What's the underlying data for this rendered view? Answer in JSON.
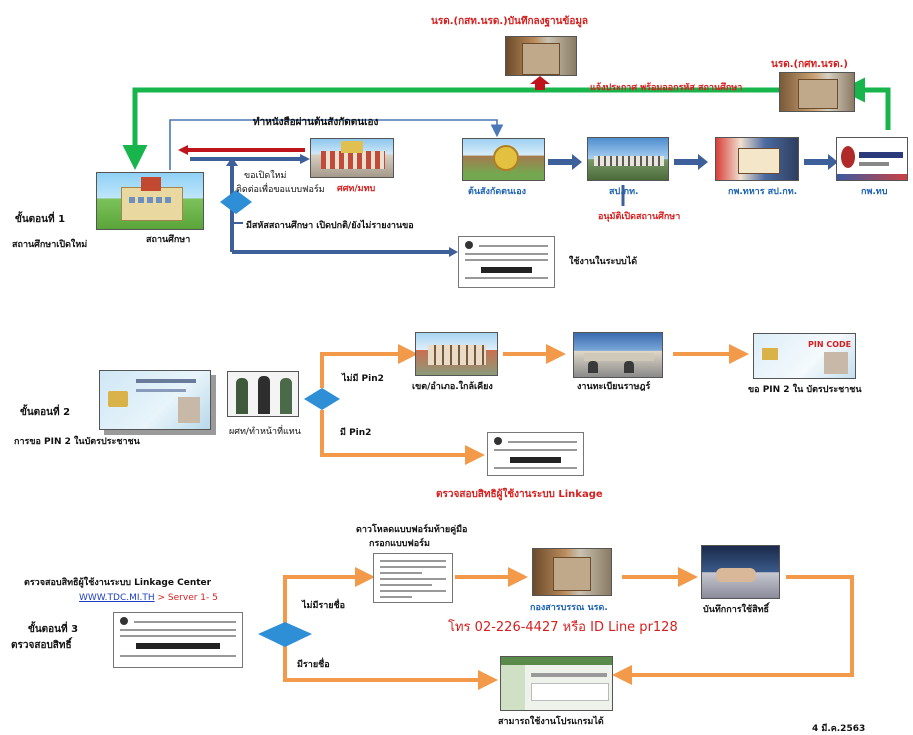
{
  "colors": {
    "blue_arrow": "#3d5f9a",
    "green_arrow": "#17b54b",
    "orange_arrow": "#f29a4a",
    "red_text": "#d61f1f",
    "blue_text": "#1f64b4",
    "diamond": "#2f8fd6"
  },
  "step1": {
    "heading": "ขั้นตอนที่ 1",
    "subheading": "สถานศึกษาเปิดใหม่",
    "school_label": "สถานศึกษา",
    "top_title": "นรด.(กสท.นรด.)บันทึกลงฐานข้อมูล",
    "nrd_label": "นรด.(กศท.นรด.)",
    "announce_label": "แจ้งประกาศ พร้อมออกรหัส สถานศึกษา",
    "letter_label": "ทำหนังสือผ่านต้นสังกัดตนเอง",
    "new_open_label": "ขอเปิดใหม่",
    "contact_label": "ติดต่อเพื่อขอแบบฟอร์ม",
    "kstm_label": "ศศท/มทบ",
    "affiliate_label": "ต้นสังกัดตนเอง",
    "spt_label": "สป.กท.",
    "army_label": "กพ.ทหาร สป.กท.",
    "kpt_label": "กพ.ทบ",
    "approve_label": "อนุมัติเปิดสถานศึกษา",
    "has_code_label": "มีสหัสสถานศึกษา เปิดปกติ/ยังไม่รายงานขอ",
    "usable_label": "ใช้งานในระบบได้"
  },
  "step2": {
    "heading": "ขั้นตอนที่ 2",
    "subheading": "การขอ PIN 2 ในบัตรประชาชน",
    "person_label": "ผศท/ทำหน้าที่แทน",
    "no_pin_label": "ไม่มี Pin2",
    "has_pin_label": "มี Pin2",
    "district_label": "เขต/อำเภอ.ใกล้เคียง",
    "registry_label": "งานทะเบียนราษฎร์",
    "request_pin_label": "ขอ PIN 2 ใน บัตรประชาชน",
    "check_label": "ตรวจสอบสิทธิผู้ใช้งานระบบ Linkage"
  },
  "step3": {
    "check_center_label": "ตรวจสอบสิทธิผู้ใช้งานระบบ Linkage Center",
    "url_label": "WWW.TDC.MI.TH",
    "server_label": " > Server 1- 5",
    "heading": "ขั้นตอนที่ 3",
    "subheading": "ตรวจสอบสิทธิ์",
    "download_label_1": "ดาวโหลดแบบฟอร์มท้ายคู่มือ",
    "download_label_2": "กรอกแบบฟอร์ม",
    "no_name_label": "ไม่มีรายชื่อ",
    "has_name_label": "มีรายชื่อ",
    "archive_label": "กองสารบรรณ นรด.",
    "record_label": "บันทึกการใช้สิทธิ์",
    "phone_label": "โทร 02-226-4427 หรือ ID Line pr128",
    "program_label": "สามารถใช้งานโปรแกรมได้"
  },
  "footer": {
    "date": "4 มี.ค.2563"
  },
  "card_text": {
    "pin_code": "PIN CODE"
  }
}
